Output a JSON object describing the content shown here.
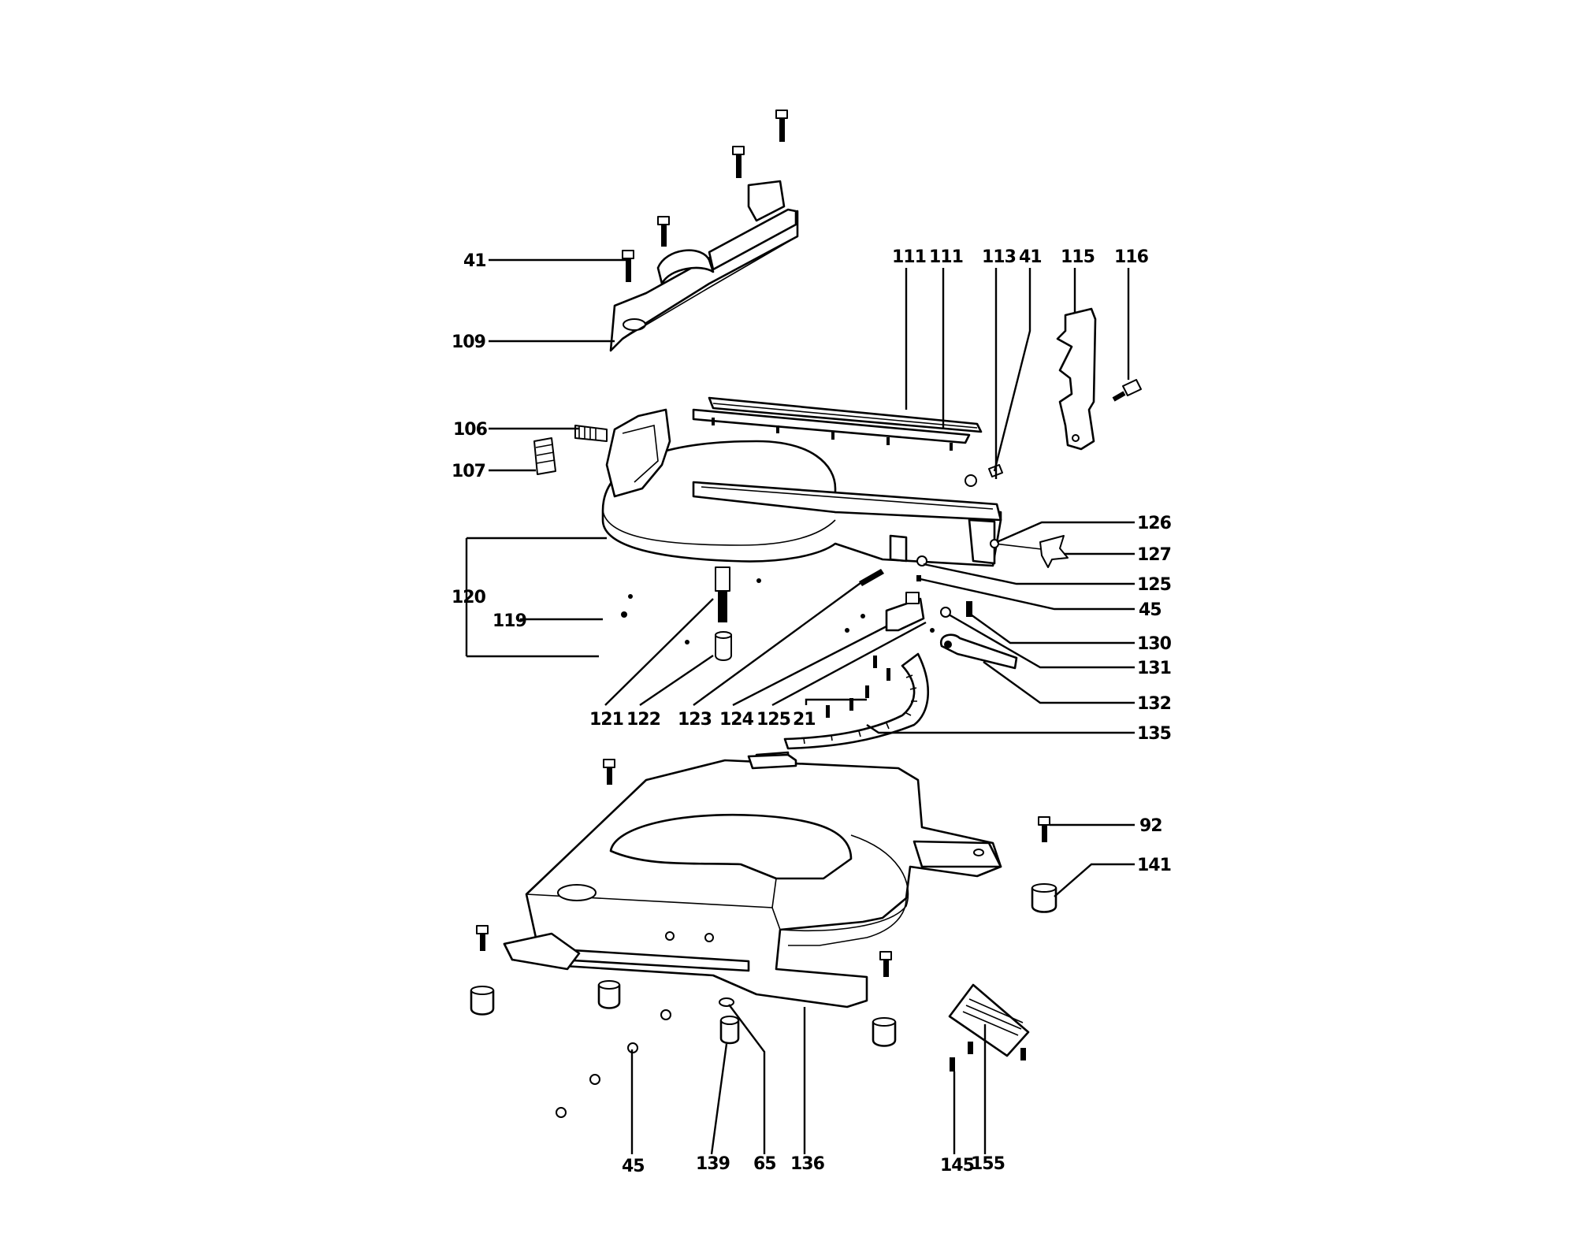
{
  "diagram": {
    "callouts": [
      {
        "id": "c-41-top",
        "text": "41"
      },
      {
        "id": "c-109",
        "text": "109"
      },
      {
        "id": "c-106",
        "text": "106"
      },
      {
        "id": "c-107",
        "text": "107"
      },
      {
        "id": "c-120",
        "text": "120"
      },
      {
        "id": "c-119",
        "text": "119"
      },
      {
        "id": "c-111a",
        "text": "111"
      },
      {
        "id": "c-111b",
        "text": "111"
      },
      {
        "id": "c-113",
        "text": "113"
      },
      {
        "id": "c-41-right",
        "text": "41"
      },
      {
        "id": "c-115",
        "text": "115"
      },
      {
        "id": "c-116",
        "text": "116"
      },
      {
        "id": "c-126",
        "text": "126"
      },
      {
        "id": "c-127",
        "text": "127"
      },
      {
        "id": "c-125-right",
        "text": "125"
      },
      {
        "id": "c-45-right",
        "text": "45"
      },
      {
        "id": "c-130",
        "text": "130"
      },
      {
        "id": "c-131",
        "text": "131"
      },
      {
        "id": "c-132",
        "text": "132"
      },
      {
        "id": "c-135",
        "text": "135"
      },
      {
        "id": "c-121",
        "text": "121"
      },
      {
        "id": "c-122",
        "text": "122"
      },
      {
        "id": "c-123",
        "text": "123"
      },
      {
        "id": "c-124",
        "text": "124"
      },
      {
        "id": "c-125-bottom",
        "text": "125"
      },
      {
        "id": "c-21",
        "text": "21"
      },
      {
        "id": "c-92",
        "text": "92"
      },
      {
        "id": "c-141",
        "text": "141"
      },
      {
        "id": "c-45-bottom",
        "text": "45"
      },
      {
        "id": "c-139",
        "text": "139"
      },
      {
        "id": "c-65",
        "text": "65"
      },
      {
        "id": "c-136",
        "text": "136"
      },
      {
        "id": "c-145",
        "text": "145"
      },
      {
        "id": "c-155",
        "text": "155"
      }
    ]
  }
}
